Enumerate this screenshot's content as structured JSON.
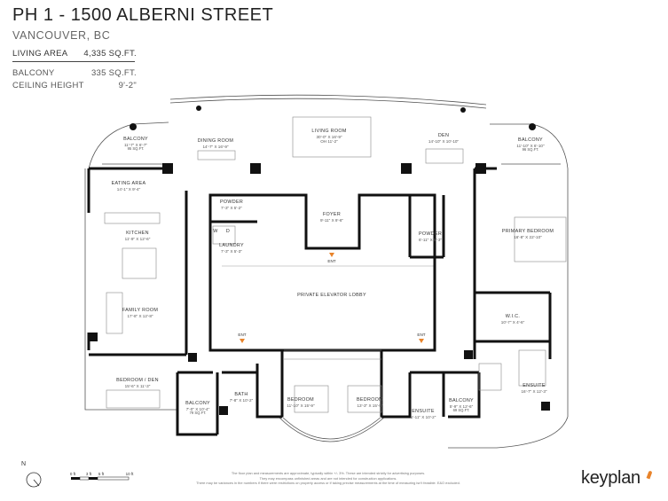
{
  "header": {
    "title": "PH 1 - 1500 ALBERNI STREET",
    "city": "VANCOUVER, BC",
    "stats": [
      {
        "label": "LIVING AREA",
        "value": "4,335 SQ.FT."
      },
      {
        "label": "BALCONY",
        "value": "335 SQ.FT."
      },
      {
        "label": "CEILING HEIGHT",
        "value": "9'-2\""
      }
    ]
  },
  "rooms": {
    "balcony_nw": {
      "name": "BALCONY",
      "dims": "11'-7\" X 6'-7\"",
      "area": "95 SQ.FT."
    },
    "dining": {
      "name": "DINING ROOM",
      "dims": "14'-7\" X 16'-9\""
    },
    "living": {
      "name": "LIVING ROOM",
      "dims": "30'-0\" X 16'-9\"",
      "extra": "OH 11'-2\""
    },
    "den": {
      "name": "DEN",
      "dims": "14'-10\" X 10'-10\""
    },
    "balcony_ne": {
      "name": "BALCONY",
      "dims": "11'-10\" X 6'-10\"",
      "area": "96 SQ.FT."
    },
    "eating": {
      "name": "EATING AREA",
      "dims": "14'-1\" X 9'-4\""
    },
    "kitchen": {
      "name": "KITCHEN",
      "dims": "11'-9\" X 12'-6\""
    },
    "family": {
      "name": "FAMILY ROOM",
      "dims": "17'-8\" X 12'-8\""
    },
    "powder_w": {
      "name": "POWDER",
      "dims": "7'-3\" X 5'-2\""
    },
    "laundry": {
      "name": "LAUNDRY",
      "dims": "7'-3\" X 5'-3\""
    },
    "foyer": {
      "name": "FOYER",
      "dims": "9'-11\" X 9'-6\""
    },
    "powder_e": {
      "name": "POWDER",
      "dims": "6'-11\" X 6'-3\""
    },
    "primary": {
      "name": "PRIMARY BEDROOM",
      "dims": "16'-8\" X 22'-10\""
    },
    "lobby": {
      "name": "PRIVATE ELEVATOR LOBBY"
    },
    "wic": {
      "name": "W.I.C.",
      "dims": "10'-7\" X 4'-6\""
    },
    "bedroom_den": {
      "name": "BEDROOM / DEN",
      "dims": "15'-6\" X 11'-3\""
    },
    "balcony_sw": {
      "name": "BALCONY",
      "dims": "7'-0\" X 10'-4\"",
      "area": "79 SQ.FT."
    },
    "bath": {
      "name": "BATH",
      "dims": "7'-8\" X 10'-2\""
    },
    "bedroom_1": {
      "name": "BEDROOM",
      "dims": "11'-10\" X 15'-9\""
    },
    "bedroom_2": {
      "name": "BEDROOM",
      "dims": "13'-3\" X 15'-9\""
    },
    "ensuite_s": {
      "name": "ENSUITE",
      "dims": "5'-11\" X 10'-2\""
    },
    "balcony_se": {
      "name": "BALCONY",
      "dims": "5'-9\" X 12'-6\"",
      "area": "69 SQ.FT."
    },
    "ensuite_e": {
      "name": "ENSUITE",
      "dims": "16'-7\" X 12'-3\""
    }
  },
  "fixtures": {
    "washer": "W",
    "dryer": "D"
  },
  "entries": {
    "label": "ENT"
  },
  "north": {
    "label": "N"
  },
  "scale": {
    "labels": [
      "0 ft",
      "3 ft",
      "5 ft",
      "10 ft"
    ]
  },
  "disclaimer": [
    "The floor plan and measurements are approximate, typically within +/- 3%. These are intended strictly for advertising purposes.",
    "They may encompass unfinished areas and are not intended for construction applications.",
    "There may be variances in the numbers if there were restrictions on property access or if taking precise measurements at the time of measuring isn't feasible. E&O excluded."
  ],
  "brand": {
    "name": "keyplan",
    "accent": "#e8832a"
  },
  "colors": {
    "wall": "#111111",
    "line": "#555555",
    "arrow": "#e8832a"
  }
}
